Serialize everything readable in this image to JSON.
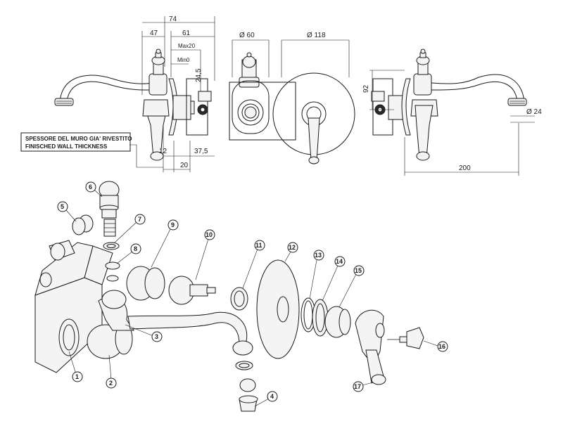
{
  "wall_note": {
    "line1": "SPESSORE DEL MURO GIA' RIVESTITO",
    "line2": "FINISCHED WALL THICKNESS"
  },
  "dimensions": {
    "d74": "74",
    "d47": "47",
    "d61": "61",
    "max20": "Max20",
    "min0": "Min0",
    "d24_5": "24,5",
    "d12": "12",
    "d37_5": "37,5",
    "d20": "20",
    "phi60": "Ø 60",
    "phi118": "Ø 118",
    "d92": "92",
    "phi24": "Ø 24",
    "d200": "200"
  },
  "callouts": [
    "1",
    "2",
    "3",
    "4",
    "5",
    "6",
    "7",
    "8",
    "9",
    "10",
    "11",
    "12",
    "13",
    "14",
    "15",
    "16",
    "17"
  ]
}
